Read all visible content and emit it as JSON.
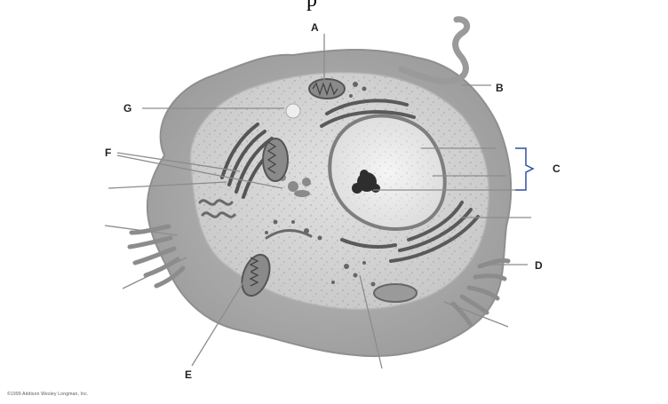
{
  "header": {
    "top_text": "p"
  },
  "labels": {
    "A": "A",
    "B": "B",
    "C": "C",
    "D": "D",
    "E": "E",
    "F": "F",
    "G": "G"
  },
  "credit": "©1999 Addison Wesley Longman, Inc.",
  "colors": {
    "cell_outer": "#a9a9a9",
    "cytoplasm": "#d3d3d3",
    "nucleus_envelope": "#7e7e7e",
    "nucleoplasm": "#ededed",
    "nucleolus": "#2e2e2e",
    "organelle_dark": "#555555",
    "leader_line": "#8c8c8c",
    "bracket": "#3050a0"
  }
}
